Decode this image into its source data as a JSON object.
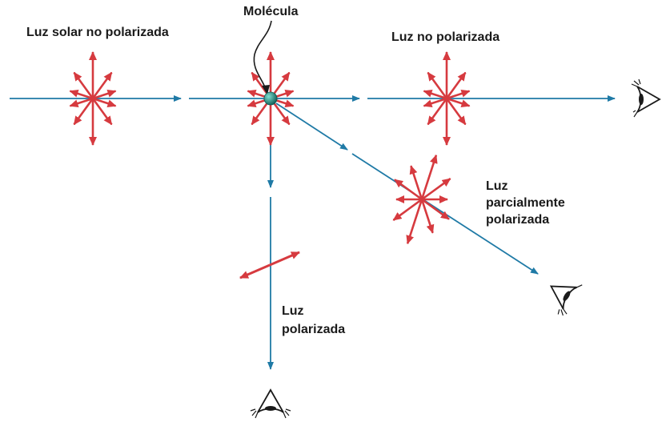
{
  "labels": {
    "sunlight": "Luz solar no polarizada",
    "molecule": "Molécula",
    "unpolarized": "Luz no polarizada",
    "partial_line1": "Luz",
    "partial_line2": "parcialmente",
    "partial_line3": "polarizada",
    "polarized_line1": "Luz",
    "polarized_line2": "polarizada"
  },
  "colors": {
    "ray": "#1f7aa6",
    "polarization_arrow": "#d63a3f",
    "molecule": "#1e8a7e",
    "ink": "#1a1a1a"
  },
  "icons": {
    "molecule": "sphere",
    "observer": "eye-icon"
  }
}
